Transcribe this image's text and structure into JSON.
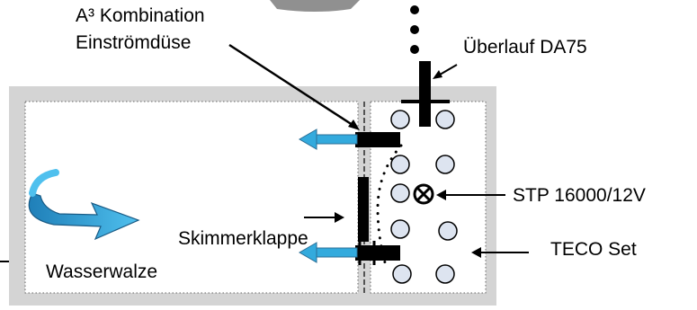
{
  "labels": {
    "kombination_line1": "A³ Kombination",
    "kombination_line2": "Einströmdüse",
    "ueberlauf": "Überlauf DA75",
    "stp": "STP 16000/12V",
    "skimmerklappe": "Skimmerklappe",
    "teco": "TECO Set",
    "wasserwalze": "Wasserwalze"
  },
  "colors": {
    "tank_frame": "#d4d4d4",
    "water": "#ffffff",
    "flow_arrow": "#33aadd",
    "bubble_fill": "#dde4f0",
    "pipe": "#000000"
  },
  "icons": {
    "pump": "circle-x-icon",
    "current": "curved-arrow-icon"
  }
}
